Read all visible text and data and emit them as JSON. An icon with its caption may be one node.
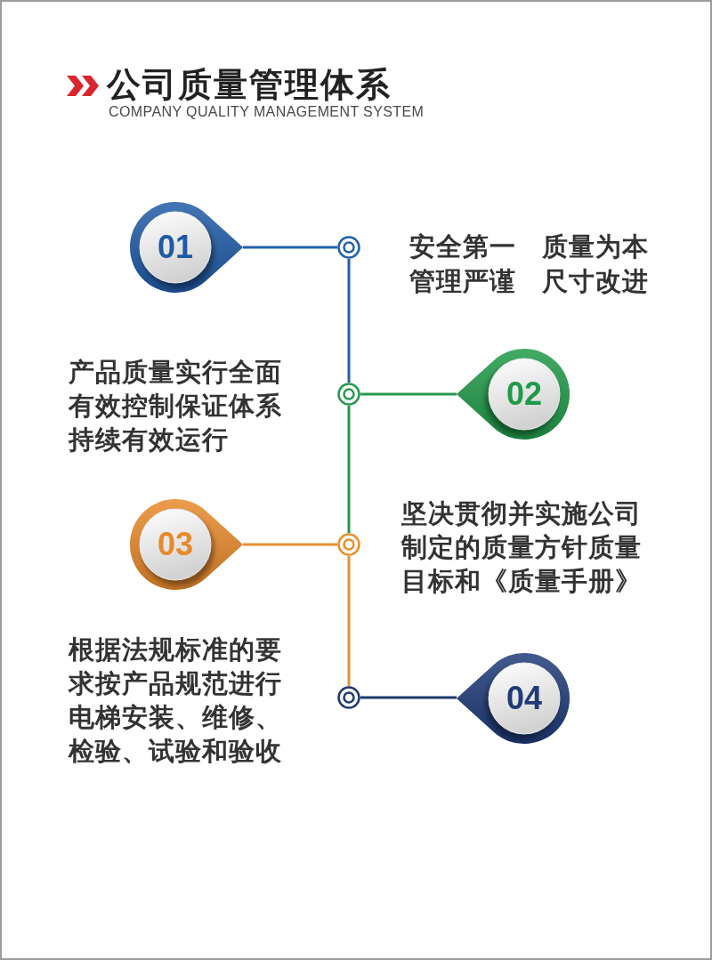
{
  "diagram": {
    "title": "公司质量管理体系",
    "nodes": [
      {
        "text": [
          "01"
        ]
      },
      {
        "text": [],
        "shape": "circle"
      },
      {
        "text": [],
        "shape": "circle"
      },
      {
        "text": [
          "02"
        ]
      },
      {
        "text": [
          "03"
        ]
      },
      {
        "text": [],
        "shape": "circle"
      },
      {
        "text": [],
        "shape": "circle"
      },
      {
        "text": [
          "04"
        ]
      }
    ],
    "edges": [
      {
        "from": 0,
        "to": 1,
        "arrow": "none",
        "color": "#2160a8"
      },
      {
        "from": 1,
        "to": 2,
        "arrow": "none",
        "color": "#2160a8"
      },
      {
        "from": 3,
        "to": 2,
        "arrow": "none",
        "color": "#27994c"
      },
      {
        "from": 2,
        "to": 5,
        "arrow": "none",
        "color": "#27994c"
      },
      {
        "from": 4,
        "to": 5,
        "arrow": "none",
        "color": "#e8902e"
      },
      {
        "from": 5,
        "to": 6,
        "arrow": "none",
        "color": "#e8902e"
      },
      {
        "from": 7,
        "to": 6,
        "arrow": "none",
        "color": "#1f3a73"
      }
    ],
    "labels": [
      "COMPANY QUALITY MANAGEMENT SYSTEM",
      "安全第一 质量为本",
      "管理严谨 尺寸改进",
      "产品质量实行全面有效控制保证体系持续有效运行",
      "坚决贯彻并实施公司制定的质量方针质量目标和《质量手册》",
      "根据法规标准的要求按产品规范进行电梯安装、维修、检验、试验和验收"
    ]
  }
}
